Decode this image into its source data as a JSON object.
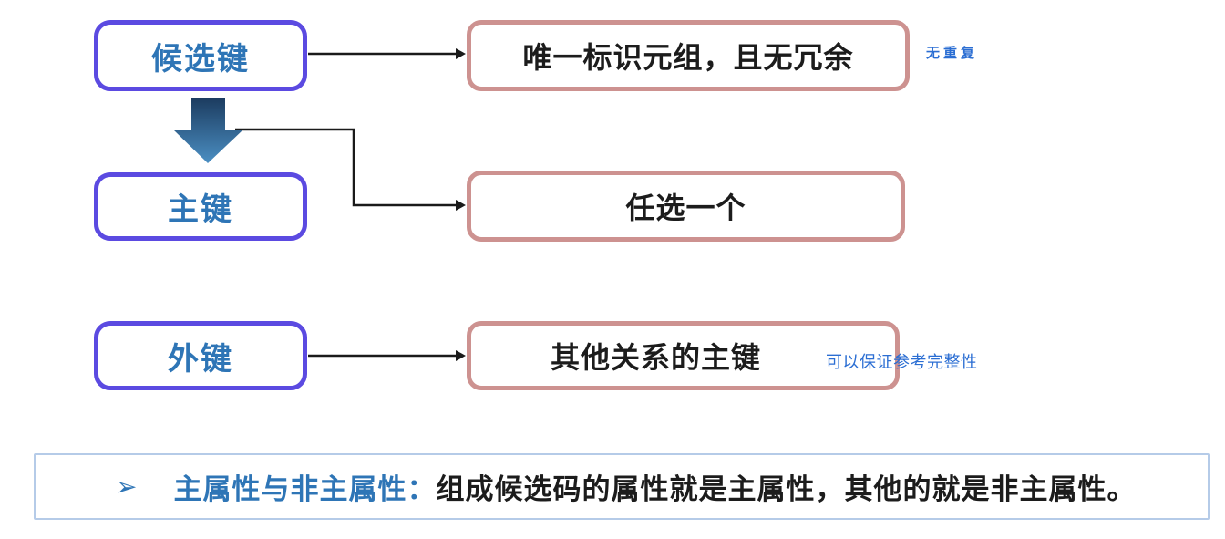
{
  "diagram": {
    "rows": [
      {
        "key_label": "候选键",
        "desc_label": "唯一标识元组，且无冗余",
        "note": "无重复"
      },
      {
        "key_label": "主键",
        "desc_label": "任选一个",
        "note": ""
      },
      {
        "key_label": "外键",
        "desc_label": "其他关系的主键",
        "note": "可以保证参考完整性"
      }
    ]
  },
  "banner": {
    "bullet_icon": "➢",
    "lead": "主属性与非主属性：",
    "body": "组成候选码的属性就是主属性，其他的就是非主属性。"
  },
  "colors": {
    "key_box_border": "#5b4ae1",
    "key_box_text": "#2e75b6",
    "desc_box_border": "#cd9290",
    "desc_box_text": "#1c1c1c",
    "annotation_text": "#2b6ed3",
    "connector_line": "#1a1a1a",
    "big_arrow_gradient_top": "#1c3c60",
    "big_arrow_gradient_bottom": "#4b8fc3",
    "banner_border": "#b5cbe8",
    "banner_lead_text": "#2e75b6"
  }
}
